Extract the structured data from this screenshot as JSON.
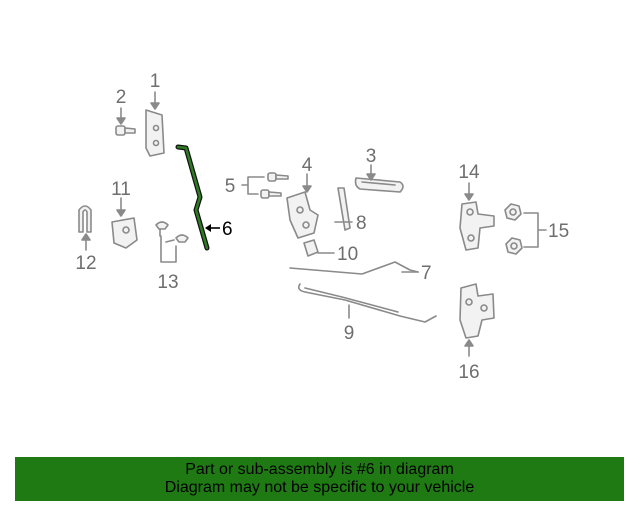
{
  "diagram": {
    "callouts": [
      "1",
      "2",
      "3",
      "4",
      "5",
      "6",
      "7",
      "8",
      "9",
      "10",
      "11",
      "12",
      "13",
      "14",
      "15",
      "16"
    ],
    "highlighted_part": "6",
    "colors": {
      "part_outline": "#8a8a8a",
      "part_fill": "#f2f2f2",
      "highlight": "#2e7d23",
      "highlight_outline": "#111111"
    }
  },
  "banner": {
    "line1": "Part or sub-assembly is #6 in diagram",
    "line2": "Diagram may not be specific to your vehicle",
    "background": "#1f7a14"
  }
}
